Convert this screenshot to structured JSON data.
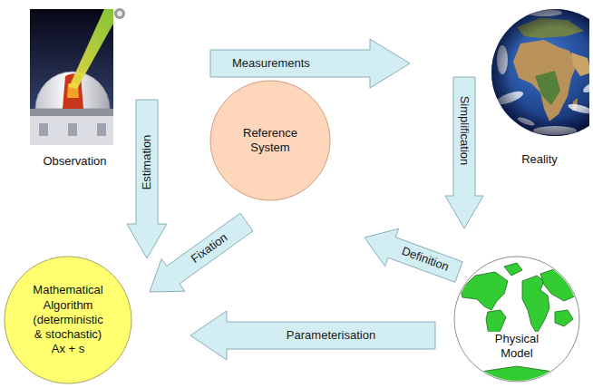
{
  "diagram": {
    "nodes": [
      {
        "text": [
          "Observation"
        ]
      },
      {
        "text": [
          "Reality"
        ]
      },
      {
        "text": [
          "Reference System"
        ]
      },
      {
        "text": [
          "Mathematical Algorithm (deterministic & stochastic)",
          "Ax + s"
        ]
      },
      {
        "text": [
          "Physical Model"
        ]
      }
    ],
    "edges": [
      {
        "from": 0,
        "to": 1,
        "arrow": "to",
        "label": "Measurements"
      },
      {
        "from": 1,
        "to": 4,
        "arrow": "to",
        "label": "Simplification"
      },
      {
        "from": 0,
        "to": 3,
        "arrow": "to",
        "label": "Estimation"
      },
      {
        "from": 2,
        "to": 3,
        "arrow": "to",
        "label": "Fixation"
      },
      {
        "from": 4,
        "to": 2,
        "arrow": "to",
        "label": "Definition"
      },
      {
        "from": 4,
        "to": 3,
        "arrow": "to",
        "label": "Parameterisation"
      }
    ]
  }
}
